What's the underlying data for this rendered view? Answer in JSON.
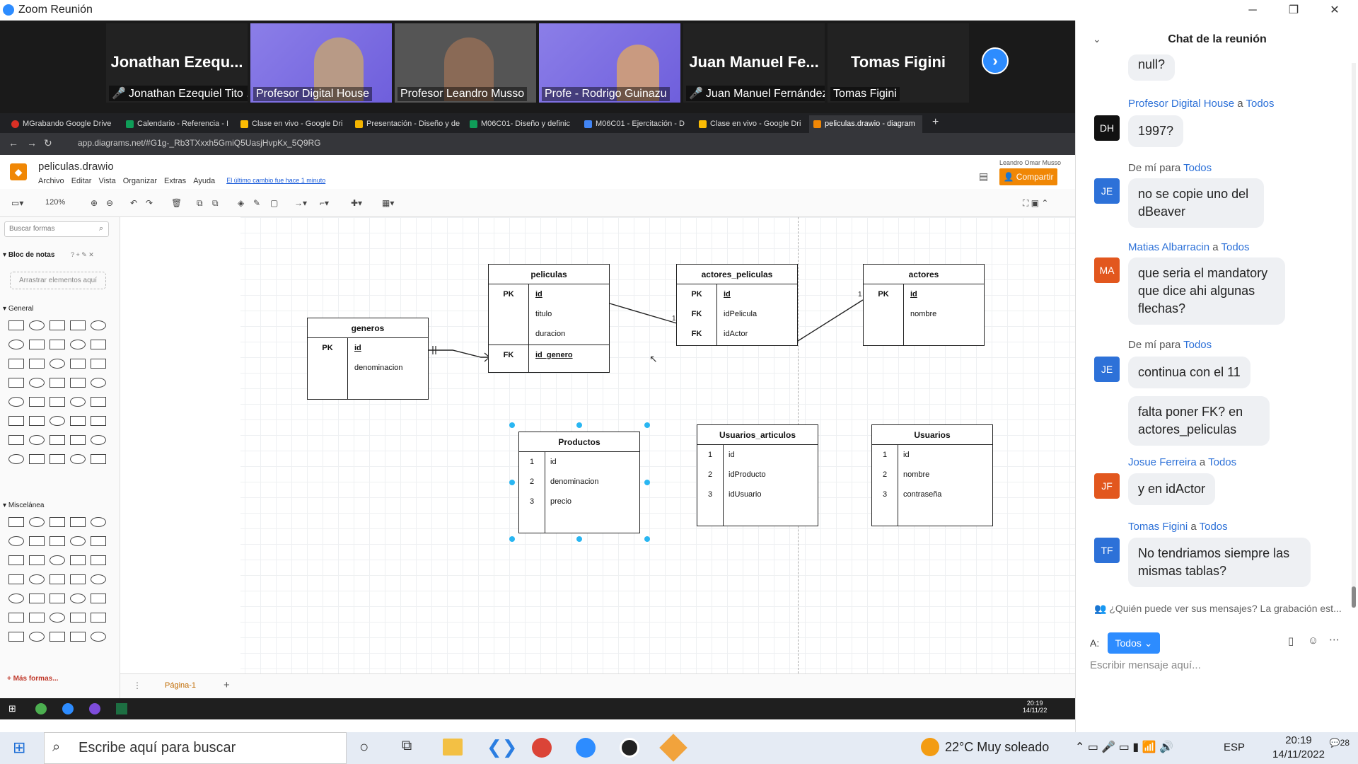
{
  "zoom": {
    "title": "Zoom Reunión",
    "minimize": "─",
    "maximize": "❐",
    "close": "✕"
  },
  "gallery": [
    {
      "big": "Jonathan  Ezequ...",
      "name": "Jonathan Ezequiel Tito ...",
      "muted": true,
      "video": false
    },
    {
      "big": "",
      "name": "Profesor Digital House",
      "muted": false,
      "video": true
    },
    {
      "big": "",
      "name": "Profesor Leandro Musso",
      "muted": false,
      "video": true
    },
    {
      "big": "",
      "name": "Profe - Rodrigo Guinazu",
      "muted": false,
      "video": true
    },
    {
      "big": "Juan  Manuel  Fe...",
      "name": "Juan Manuel Fernández",
      "muted": true,
      "video": false
    },
    {
      "big": "Tomas Figini",
      "name": "Tomas Figini",
      "muted": false,
      "video": false
    }
  ],
  "chrome": {
    "tabs": [
      "MGrabando Google Drive",
      "Calendario - Referencia - I",
      "Clase en vivo - Google Dri",
      "Presentación - Diseño y de",
      "M06C01- Diseño y definic",
      "M06C01 - Ejercitación - D",
      "Clase en vivo - Google Dri",
      "peliculas.drawio - diagram"
    ],
    "tab_colors": [
      "#d93025",
      "#0f9d58",
      "#fbbc04",
      "#f4b400",
      "#0f9d58",
      "#4285f4",
      "#fbbc04",
      "#f08705"
    ],
    "url": "app.diagrams.net/#G1g-_Rb3TXxxh5GmiQ5UasjHvpKx_5Q9RG"
  },
  "drawio": {
    "title": "peliculas.drawio",
    "menu": [
      "Archivo",
      "Editar",
      "Vista",
      "Organizar",
      "Extras",
      "Ayuda"
    ],
    "last_change": "El último cambio fue hace 1 minuto",
    "share": "Compartir",
    "user": "Leandro Omar Musso",
    "zoom": "120%",
    "search_placeholder": "Buscar formas",
    "scratchpad": "Bloc de notas",
    "scratchpad_tools": "? + ✎ ✕",
    "drop_here": "Arrastrar elementos aquí",
    "general": "General",
    "misc": "Miscelánea",
    "more_shapes": "+ Más formas...",
    "page": "Página-1"
  },
  "tables": {
    "peliculas": {
      "title": "peliculas",
      "rows": [
        [
          "PK",
          "id"
        ],
        [
          "",
          "titulo"
        ],
        [
          "",
          "duracion"
        ],
        [
          "FK",
          "id_genero"
        ]
      ]
    },
    "actores_peliculas": {
      "title": "actores_peliculas",
      "rows": [
        [
          "PK",
          "id"
        ],
        [
          "FK",
          "idPelicula"
        ],
        [
          "FK",
          "idActor"
        ]
      ]
    },
    "actores": {
      "title": "actores",
      "rows": [
        [
          "PK",
          "id"
        ],
        [
          "",
          "nombre"
        ]
      ]
    },
    "generos": {
      "title": "generos",
      "rows": [
        [
          "PK",
          "id"
        ],
        [
          "",
          "denominacion"
        ]
      ]
    },
    "productos": {
      "title": "Productos",
      "rows": [
        [
          "1",
          "id"
        ],
        [
          "2",
          "denominacion"
        ],
        [
          "3",
          "precio"
        ]
      ]
    },
    "usuarios_articulos": {
      "title": "Usuarios_articulos",
      "rows": [
        [
          "1",
          "id"
        ],
        [
          "2",
          "idProducto"
        ],
        [
          "3",
          "idUsuario"
        ]
      ]
    },
    "usuarios": {
      "title": "Usuarios",
      "rows": [
        [
          "1",
          "id"
        ],
        [
          "2",
          "nombre"
        ],
        [
          "3",
          "contraseña"
        ]
      ]
    }
  },
  "edge_labels": {
    "one_a": "1",
    "one_b": "1"
  },
  "inner_taskbar": {
    "time": "20:19",
    "date": "14/11/22"
  },
  "chat": {
    "title": "Chat de la reunión",
    "messages": [
      {
        "sender": "",
        "to": "",
        "avatar": "",
        "text": "null?"
      },
      {
        "sender": "Profesor Digital House",
        "to": "Todos",
        "avatar": "DH",
        "color": "#111111",
        "text": "1997?"
      },
      {
        "sender": "De mí para",
        "to": "Todos",
        "avatar": "JE",
        "color": "#2d71d8",
        "text": "no se copie uno del dBeaver"
      },
      {
        "sender": "Matias Albarracin",
        "to": "Todos",
        "avatar": "MA",
        "color": "#e2571e",
        "text": "que seria el mandatory que dice ahi algunas flechas?"
      },
      {
        "sender": "De mí para",
        "to": "Todos",
        "avatar": "JE",
        "color": "#2d71d8",
        "text": "continua con el 11"
      },
      {
        "sender": "",
        "to": "",
        "avatar": "",
        "text": "falta poner FK? en actores_peliculas"
      },
      {
        "sender": "Josue Ferreira",
        "to": "Todos",
        "avatar": "JF",
        "color": "#e2571e",
        "text": "y en idActor"
      },
      {
        "sender": "Tomas Figini",
        "to": "Todos",
        "avatar": "TF",
        "color": "#2d71d8",
        "text": "No tendriamos siempre las mismas tablas?"
      }
    ],
    "a_word": "a",
    "notice": "¿Quién puede ver sus mensajes? La grabación est...",
    "to_label": "A:",
    "to_value": "Todos",
    "input_placeholder": "Escribir mensaje aquí..."
  },
  "windows_taskbar": {
    "search": "Escribe aquí para buscar",
    "weather": "22°C  Muy soleado",
    "lang": "ESP",
    "time": "20:19",
    "date": "14/11/2022",
    "notif": "28"
  }
}
